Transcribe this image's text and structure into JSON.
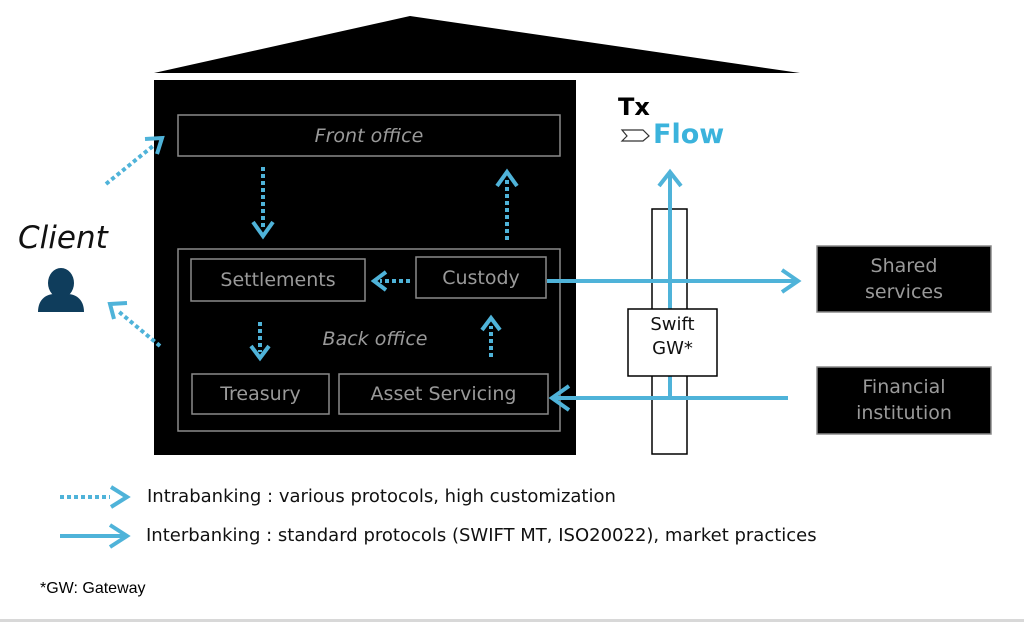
{
  "colors": {
    "arrow_blue": "#4fb3d9",
    "building_fill": "#000000",
    "box_border": "#8a8a8a",
    "box_text": "#9a9a9a",
    "client_icon": "#0f3d5c",
    "flow_text": "#3bb3dc"
  },
  "client": {
    "label": "Client",
    "icon": "person-icon"
  },
  "building": {
    "front_office": "Front office",
    "back_office": "Back office",
    "units": {
      "settlements": "Settlements",
      "custody": "Custody",
      "treasury": "Treasury",
      "asset_servicing": "Asset Servicing"
    }
  },
  "tx_flow": {
    "tx": "Tx",
    "flow": "Flow",
    "icon": "chevron-tag-icon"
  },
  "gateway": {
    "line1": "Swift",
    "line2": "GW*"
  },
  "external": {
    "shared_line1": "Shared",
    "shared_line2": "services",
    "fin_line1": "Financial",
    "fin_line2": "institution"
  },
  "legend": {
    "intrabanking": "Intrabanking : various protocols, high customization",
    "interbanking": "Interbanking : standard protocols (SWIFT MT, ISO20022), market practices"
  },
  "footnote": "*GW: Gateway"
}
